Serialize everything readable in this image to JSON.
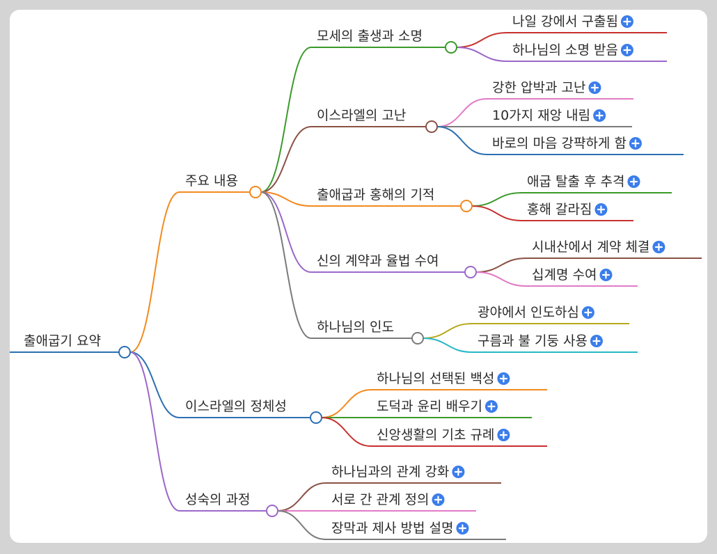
{
  "colors": {
    "background": "#d4d4d4",
    "canvas": "#ffffff",
    "text": "#2b2b2b",
    "expand_icon": "#3b7dea",
    "orange": "#f28a1e",
    "green": "#3a9a2a",
    "brown": "#8a5145",
    "purple": "#9b67c9",
    "gray": "#7a7a7a",
    "blue": "#2b6fb1",
    "red": "#c8302e",
    "pink": "#e27ac6",
    "olive": "#b5a91e",
    "cyan": "#27b8c7"
  },
  "icons": {
    "node_dot": "circle",
    "expand": "plus-circle-icon"
  },
  "root": {
    "label": "출애굽기 요약",
    "color": "blue",
    "children": [
      {
        "label": "주요 내용",
        "color": "orange",
        "children": [
          {
            "label": "모세의 출생과 소명",
            "color": "green",
            "children": [
              {
                "label": "나일 강에서 구출됨",
                "color": "red"
              },
              {
                "label": "하나님의 소명 받음",
                "color": "purple"
              }
            ]
          },
          {
            "label": "이스라엘의 고난",
            "color": "brown",
            "children": [
              {
                "label": "강한 압박과 고난",
                "color": "pink"
              },
              {
                "label": "10가지 재앙 내림",
                "color": "gray"
              },
              {
                "label": "바로의 마음 강퍅하게 함",
                "color": "blue"
              }
            ]
          },
          {
            "label": "출애굽과 홍해의 기적",
            "color": "orange",
            "children": [
              {
                "label": "애굽 탈출 후 추격",
                "color": "green"
              },
              {
                "label": "홍해 갈라짐",
                "color": "red"
              }
            ]
          },
          {
            "label": "신의 계약과 율법 수여",
            "color": "purple",
            "children": [
              {
                "label": "시내산에서 계약 체결",
                "color": "brown"
              },
              {
                "label": "십계명 수여",
                "color": "pink"
              }
            ]
          },
          {
            "label": "하나님의 인도",
            "color": "gray",
            "children": [
              {
                "label": "광야에서 인도하심",
                "color": "olive"
              },
              {
                "label": "구름과 불 기둥 사용",
                "color": "cyan"
              }
            ]
          }
        ]
      },
      {
        "label": "이스라엘의 정체성",
        "color": "blue",
        "children": [
          {
            "label": "하나님의 선택된 백성",
            "color": "orange"
          },
          {
            "label": "도덕과 윤리 배우기",
            "color": "green"
          },
          {
            "label": "신앙생활의 기초 규례",
            "color": "red"
          }
        ]
      },
      {
        "label": "성숙의 과정",
        "color": "purple",
        "children": [
          {
            "label": "하나님과의 관계 강화",
            "color": "brown"
          },
          {
            "label": "서로 간 관계 정의",
            "color": "pink"
          },
          {
            "label": "장막과 제사 방법 설명",
            "color": "gray"
          }
        ]
      }
    ]
  }
}
